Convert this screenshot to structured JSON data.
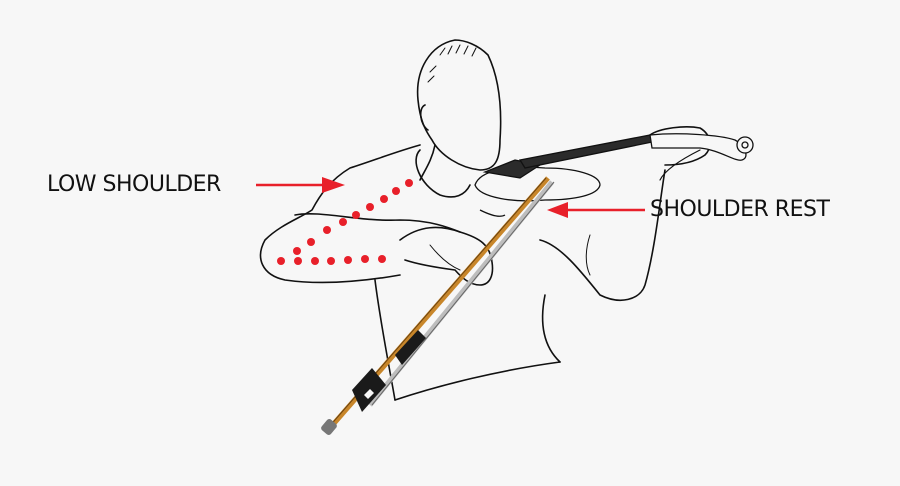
{
  "figure": {
    "subject": "violinist playing violin with bow",
    "background_color": "#f7f7f7",
    "annotations": [
      {
        "id": "low-shoulder",
        "label": "LOW SHOULDER",
        "arrow_direction": "right",
        "arrow_color": "#e8202a"
      },
      {
        "id": "shoulder-rest",
        "label": "SHOULDER REST",
        "arrow_direction": "left",
        "arrow_color": "#e8202a"
      }
    ],
    "dotted_line": {
      "color": "#e8202a",
      "description": "red dots tracing the lowered shoulder and upper arm"
    },
    "colors": {
      "outline": "#111111",
      "bow_stick": "#c8862a",
      "bow_hair": "#bdbdbd",
      "violin_dark": "#2b2b2b"
    }
  }
}
